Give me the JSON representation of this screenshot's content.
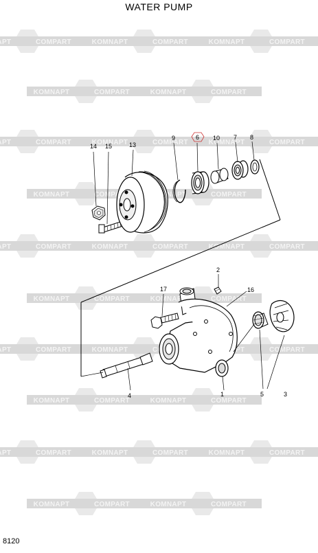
{
  "title": "WATER PUMP",
  "page_number": "8120",
  "watermark": {
    "text_left": "KOMNAPT",
    "text_right": "COMPART",
    "color": "#d8d8d8"
  },
  "highlight_color": "#cc3333",
  "callouts": {
    "p1": "1",
    "p2": "2",
    "p3": "3",
    "p4": "4",
    "p5": "5",
    "p6": "6",
    "p7": "7",
    "p8": "8",
    "p9": "9",
    "p10": "10",
    "p13": "13",
    "p14": "14",
    "p15": "15",
    "p16": "16",
    "p17": "17"
  }
}
